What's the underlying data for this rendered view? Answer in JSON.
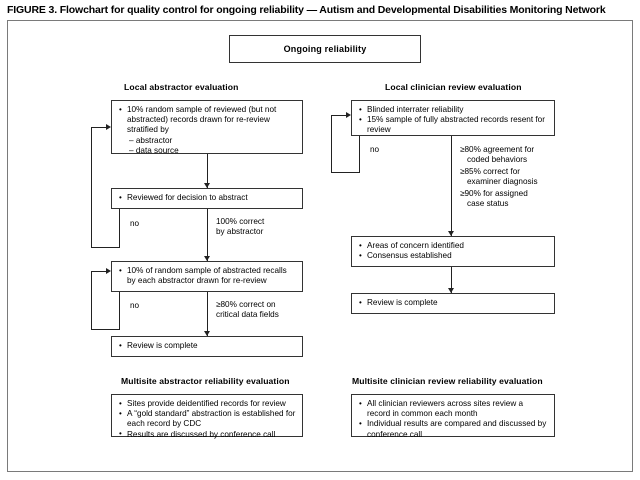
{
  "figure": {
    "title": "FIGURE 3. Flowchart for quality control for ongoing reliability — Autism and Developmental Disabilities Monitoring Network"
  },
  "header_box": {
    "label": "Ongoing reliability"
  },
  "columns": {
    "local_abstractor": {
      "title": "Local abstractor evaluation",
      "boxes": [
        {
          "name": "abstractor-sample-box",
          "bullets": [
            "10% random sample of reviewed (but not abstracted) records drawn for re-review stratified by"
          ],
          "sub_items": [
            "abstractor",
            "data source"
          ]
        },
        {
          "name": "abstractor-review-decision-box",
          "bullets": [
            "Reviewed for decision to abstract"
          ]
        },
        {
          "name": "abstractor-recall-box",
          "bullets": [
            "10% of random sample of abstracted recalls by each abstractor drawn for re-review"
          ]
        },
        {
          "name": "abstractor-review-complete-box",
          "bullets": [
            "Review is complete"
          ]
        }
      ],
      "edges": {
        "no_1": "no",
        "pass_1_line1": "100% correct",
        "pass_1_line2": "by abstractor",
        "no_2": "no",
        "pass_2_line1": "≥80% correct on",
        "pass_2_line2": "critical data fields"
      }
    },
    "local_clinician": {
      "title": "Local clinician review evaluation",
      "boxes": [
        {
          "name": "clinician-blinded-reliability-box",
          "bullets": [
            "Blinded interrater reliability",
            "15% sample of fully abstracted records resent for review"
          ]
        },
        {
          "name": "clinician-concern-box",
          "bullets": [
            "Areas of concern identified",
            "Consensus established"
          ]
        },
        {
          "name": "clinician-review-complete-box",
          "bullets": [
            "Review is complete"
          ]
        }
      ],
      "edges": {
        "no_1": "no",
        "criteria": [
          {
            "main": "≥80% agreement for",
            "ind": "coded behaviors"
          },
          {
            "main": "≥85% correct for",
            "ind": "examiner diagnosis"
          },
          {
            "main": "≥90% for assigned",
            "ind": "case status"
          }
        ]
      }
    },
    "multisite_abstractor": {
      "title": "Multisite abstractor reliability evaluation",
      "box": {
        "name": "multisite-abstractor-box",
        "bullets": [
          "Sites provide deidentified records for review",
          "A “gold standard” abstraction is established for each record by CDC",
          "Results are discussed by conference call"
        ]
      }
    },
    "multisite_clinician": {
      "title": "Multisite clinician review reliability evaluation",
      "box": {
        "name": "multisite-clinician-box",
        "bullets": [
          "All clinician reviewers across sites review a record in common each month",
          "Individual results are compared and discussed by conference call"
        ]
      }
    }
  },
  "colors": {
    "frame_border": "#7a7a7a",
    "box_border": "#333333",
    "line": "#222222",
    "text": "#000000",
    "background": "#ffffff"
  }
}
